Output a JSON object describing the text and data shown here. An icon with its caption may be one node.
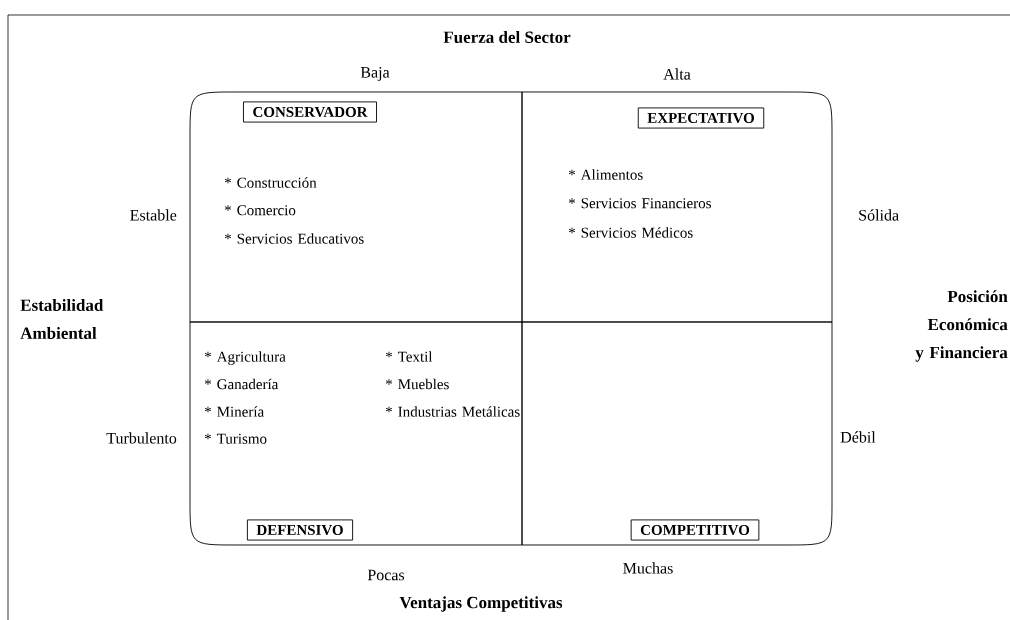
{
  "diagram": {
    "title": "Fuerza del Sector",
    "nodes": [
      {
        "text": [
          "* Construcción",
          "* Comercio",
          "* Servicios Educativos"
        ]
      },
      {
        "text": [
          "CONSERVADOR"
        ],
        "in": 0
      },
      {
        "text": [
          "* Alimentos",
          "* Servicios Financieros",
          "* Servicios Médicos"
        ]
      },
      {
        "text": [
          "EXPECTATIVO"
        ],
        "in": 2
      },
      {
        "text": [
          "* Agricultura",
          "* Ganadería",
          "* Minería",
          "* Turismo",
          "* Textil",
          "* Muebles",
          "* Industrias Metálicas"
        ]
      },
      {
        "text": [
          "DEFENSIVO"
        ],
        "in": 4
      },
      {
        "text": [],
        "shape": "box"
      },
      {
        "text": [
          "COMPETITIVO"
        ],
        "in": 6
      }
    ],
    "labels": [
      "Baja",
      "Alta",
      "Estable",
      "Sólida",
      "Estabilidad Ambiental",
      "Posición Económica y Financiera",
      "Turbulento",
      "Débil",
      "Pocas",
      "Muchas",
      "Ventajas Competitivas"
    ]
  }
}
